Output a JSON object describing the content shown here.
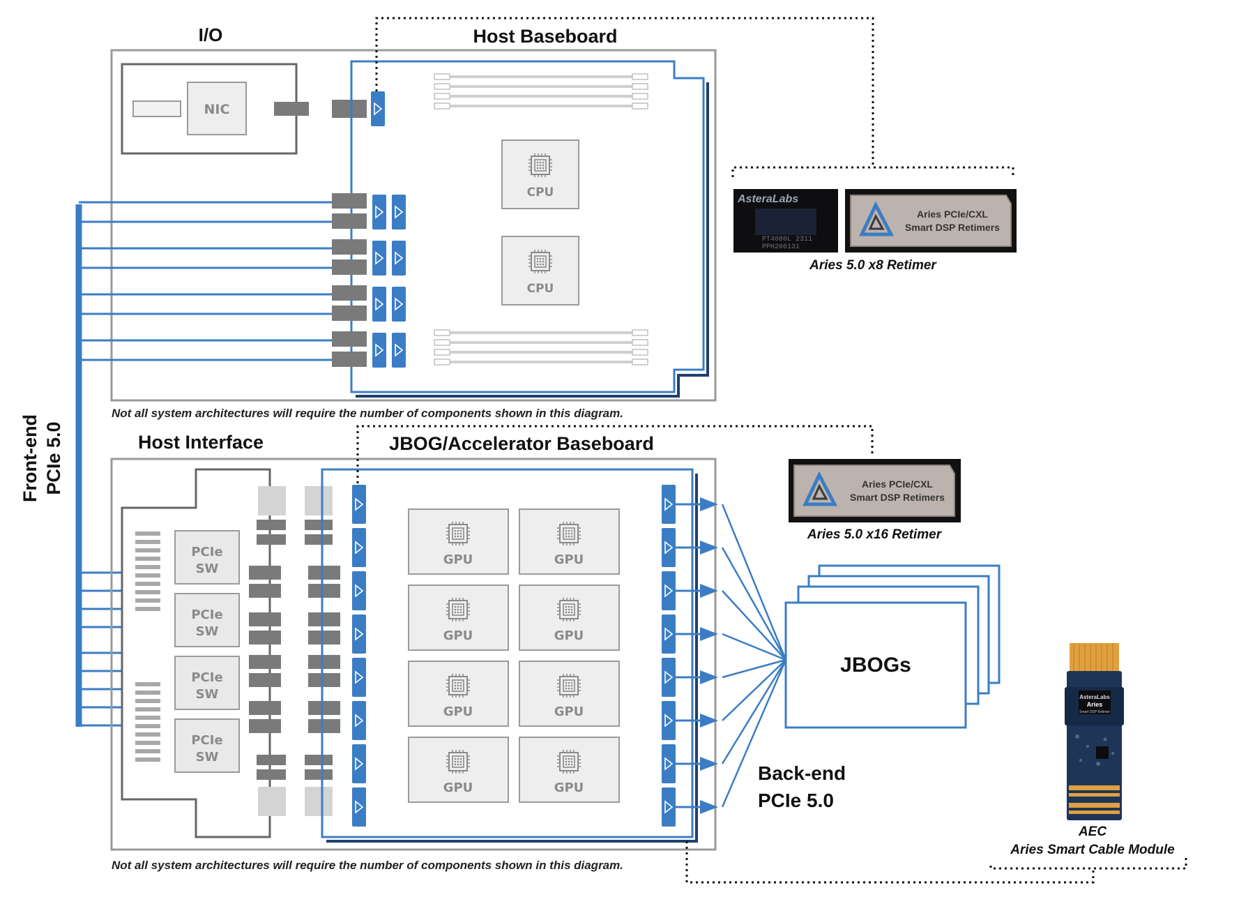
{
  "titles": {
    "io": "I/O",
    "host_baseboard": "Host Baseboard",
    "host_interface": "Host Interface",
    "jbog_baseboard": "JBOG/Accelerator Baseboard",
    "front_end_line1": "Front-end",
    "front_end_line2": "PCIe 5.0",
    "back_end_line1": "Back-end",
    "back_end_line2": "PCIe 5.0",
    "jbogs": "JBOGs"
  },
  "notes": {
    "top": "Not all system architectures will require the number of components shown in this diagram.",
    "bottom": "Not all system architectures will require the number of components shown in this diagram."
  },
  "components": {
    "nic": "NIC",
    "cpu": "CPU",
    "gpu": "GPU",
    "pcie_sw_line1": "PCIe",
    "pcie_sw_line2": "SW"
  },
  "chips": {
    "brand": "AsteraLabs",
    "x8_marking_1": "PT4080L  2311",
    "x8_marking_2": "PPH206131",
    "label_line1": "Aries PCIe/CXL",
    "label_line2": "Smart DSP Retimers",
    "aec_brand": "AsteraLabs",
    "aec_name": "Aries",
    "aec_sub": "Smart DSP Retimer"
  },
  "captions": {
    "x8": "Aries 5.0 x8 Retimer",
    "x16": "Aries 5.0 x16 Retimer",
    "aec_line1": "AEC",
    "aec_line2": "Aries Smart Cable Module"
  },
  "colors": {
    "pcie_blue": "#3b7dc4",
    "dark_blue": "#1f3f6e",
    "connector_gray": "#7a7a7a",
    "panel_gray": "#9a9a9a"
  }
}
